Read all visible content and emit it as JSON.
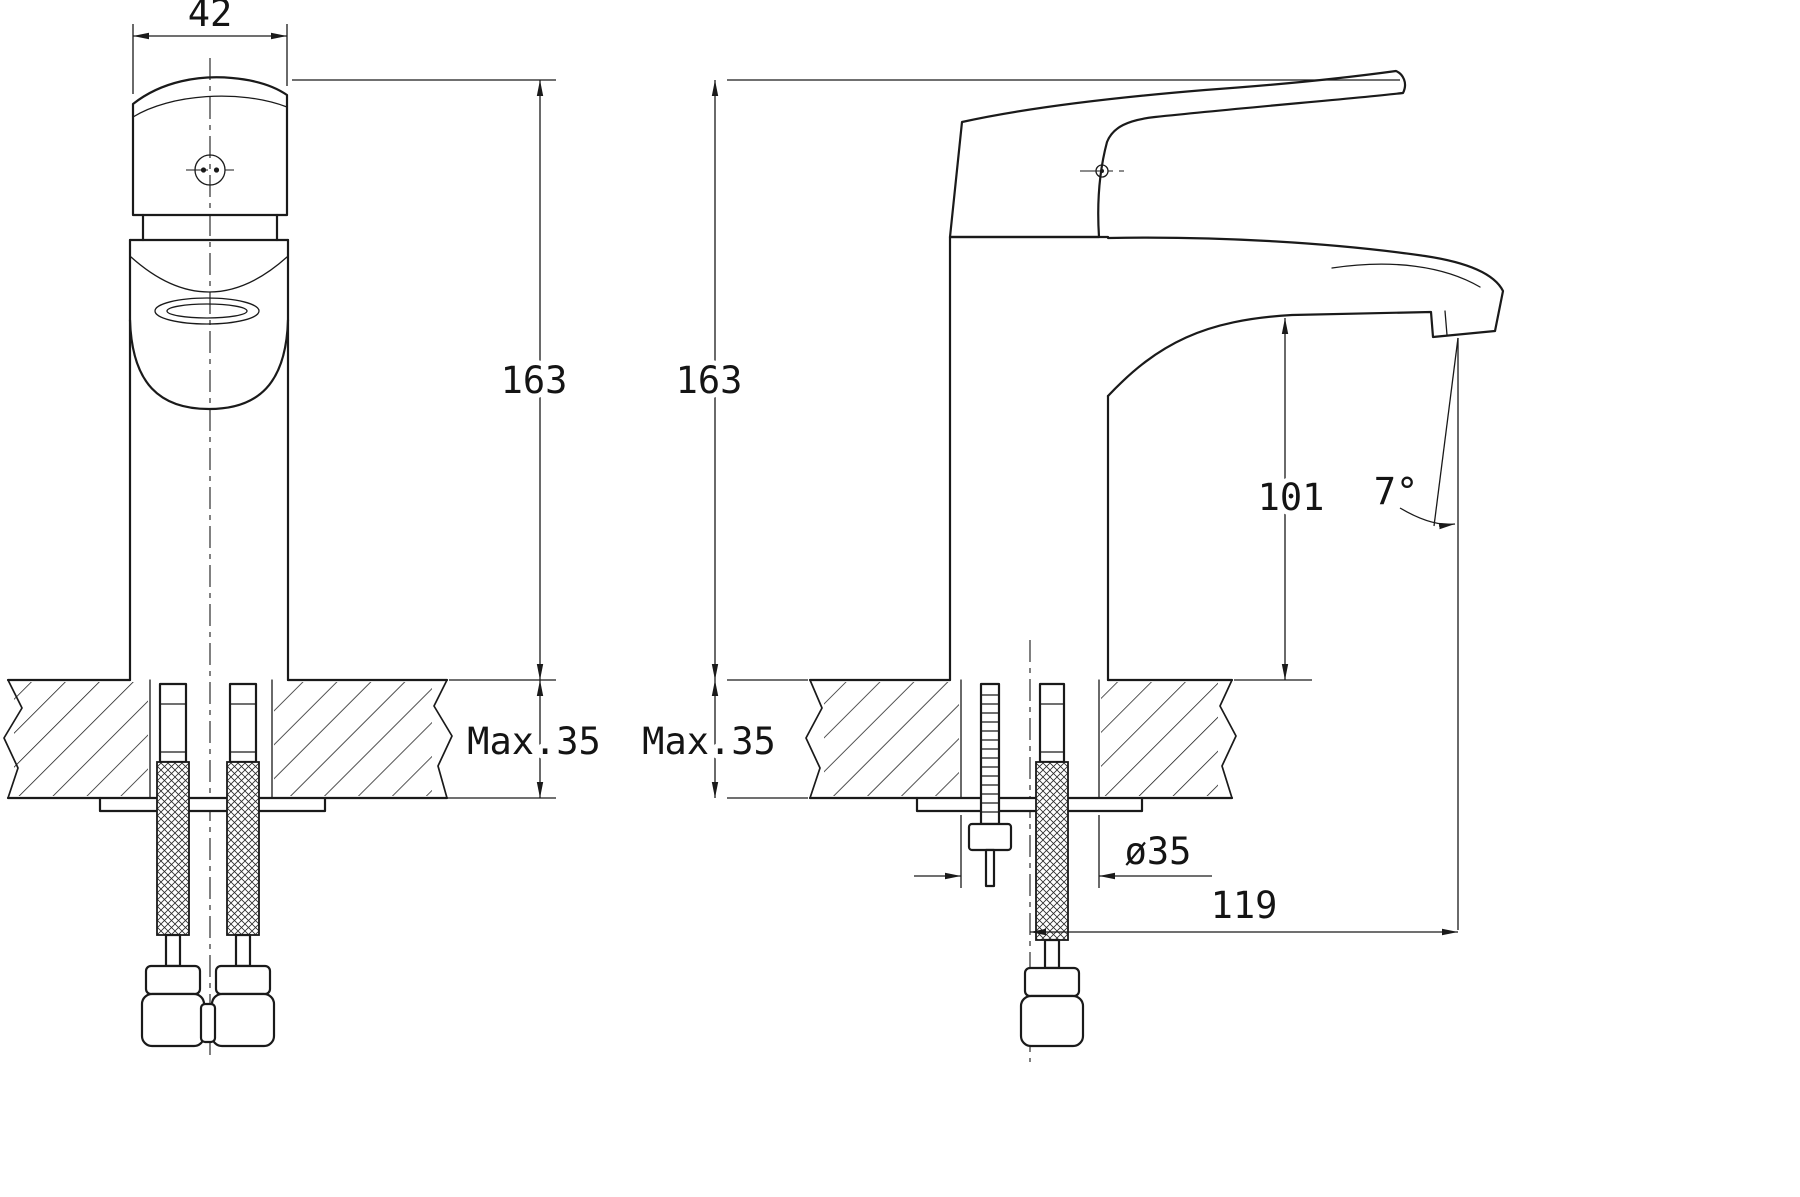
{
  "colors": {
    "line": "#1a1a1a",
    "background": "#ffffff"
  },
  "dims": {
    "top_width": "42",
    "front_height": "163",
    "front_max_depth": "Max.35",
    "side_height": "163",
    "side_max_depth": "Max.35",
    "spout_height": "101",
    "spout_angle": "7°",
    "hole_diameter": "ø35",
    "spout_reach": "119"
  }
}
